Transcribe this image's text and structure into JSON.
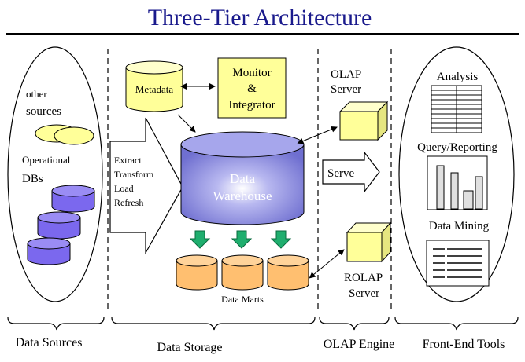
{
  "title": "Three-Tier Architecture",
  "sources": {
    "other": "other",
    "sources": "sources",
    "operational": "Operational",
    "dbs": "DBs"
  },
  "etl": {
    "extract": "Extract",
    "transform": "Transform",
    "load": "Load",
    "refresh": "Refresh"
  },
  "storage": {
    "metadata": "Metadata",
    "monitor": "Monitor",
    "amp": "&",
    "integrator": "Integrator",
    "data": "Data",
    "warehouse": "Warehouse",
    "data_marts": "Data Marts"
  },
  "olap": {
    "olap_line1": "OLAP",
    "olap_line2": "Server",
    "serve": "Serve",
    "rolap_line1": "ROLAP",
    "rolap_line2": "Server"
  },
  "tools": {
    "analysis": "Analysis",
    "query": "Query/Reporting",
    "mining": "Data Mining"
  },
  "tiers": {
    "sources": "Data Sources",
    "storage": "Data Storage",
    "engine": "OLAP Engine",
    "frontend": "Front-End Tools"
  },
  "colors": {
    "title": "#1a1a8c",
    "db_purple": "#7b68ee",
    "mart_orange": "#ffbf70",
    "box_yellow": "#ffff99",
    "warehouse": "#8888dd",
    "down_arrow": "#1fae6e"
  }
}
